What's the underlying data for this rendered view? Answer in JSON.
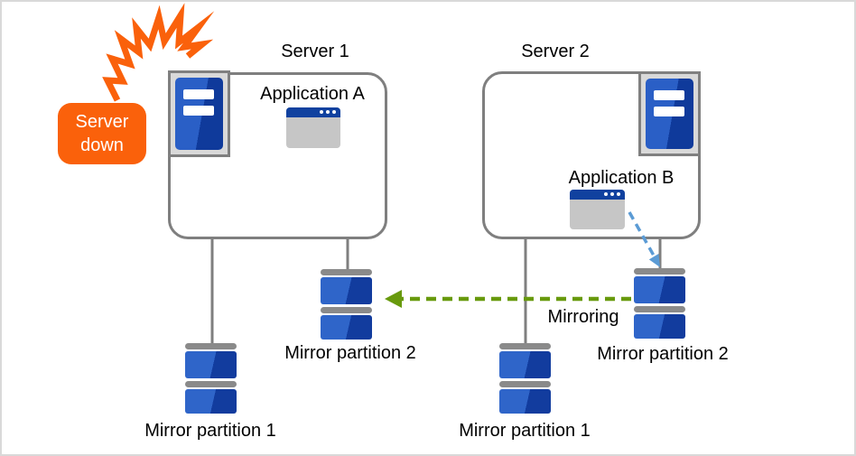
{
  "alert": {
    "text": "Server down"
  },
  "servers": [
    {
      "label": "Server 1",
      "application": "Application A",
      "partitions": [
        "Mirror partition 1",
        "Mirror partition 2"
      ]
    },
    {
      "label": "Server 2",
      "application": "Application B",
      "partitions": [
        "Mirror partition 1",
        "Mirror partition 2"
      ]
    }
  ],
  "mirroring": {
    "label": "Mirroring"
  },
  "icons": [
    "crash-burst-icon",
    "server-tower-icon",
    "app-window-icon",
    "mirror-disk-icon",
    "mirroring-arrow",
    "app-write-arrow"
  ],
  "colors": {
    "alert_orange": "#fa610b",
    "mirror_green": "#689a0d",
    "write_blue": "#5b9bd5",
    "connector_gray": "#7f7f7f",
    "disk_blue_light": "#2f65c9",
    "disk_blue_dark": "#123c9e",
    "window_title_blue": "#10419f",
    "server_plate_gray": "#d9d9d9"
  }
}
